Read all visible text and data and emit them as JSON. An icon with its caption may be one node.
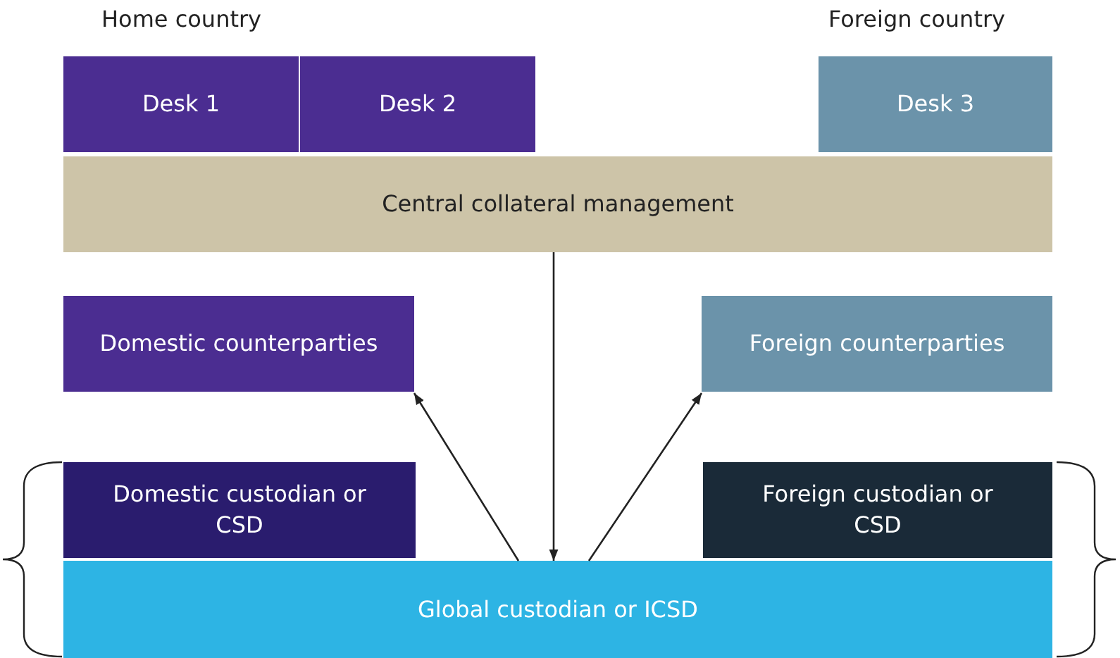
{
  "diagram": {
    "nodes": [
      {
        "text": [
          "Desk 1"
        ]
      },
      {
        "text": [
          "Desk 2"
        ]
      },
      {
        "text": [
          "Desk 3"
        ]
      },
      {
        "text": [
          "Central collateral management"
        ]
      },
      {
        "text": [
          "Domestic counterparties"
        ]
      },
      {
        "text": [
          "Foreign counterparties"
        ]
      },
      {
        "text": [
          "Domestic custodian or CSD"
        ]
      },
      {
        "text": [
          "Foreign custodian or CSD"
        ]
      },
      {
        "text": [
          "Global custodian or ICSD"
        ]
      }
    ],
    "edges": [
      {
        "from": 3,
        "to": 8,
        "arrow": "to"
      },
      {
        "from": 8,
        "to": 4,
        "arrow": "to"
      },
      {
        "from": 8,
        "to": 5,
        "arrow": "to"
      }
    ],
    "labels": [
      "Home country",
      "Foreign country"
    ]
  }
}
